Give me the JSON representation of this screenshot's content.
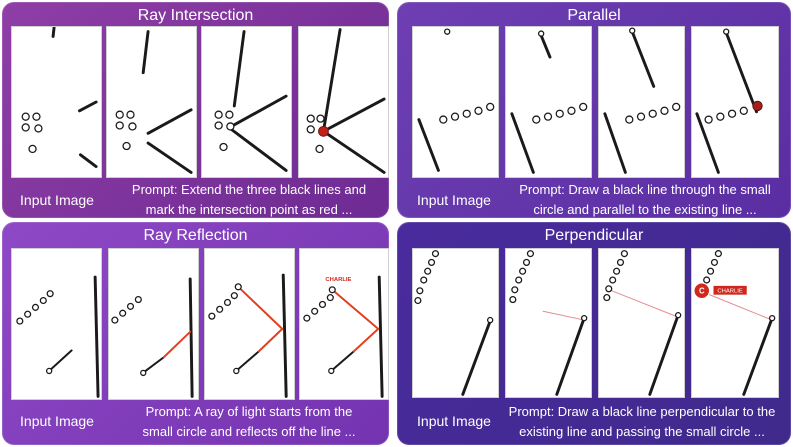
{
  "panels": {
    "ray_intersection": {
      "title": "Ray Intersection",
      "input_label": "Input Image",
      "prompt_line1": "Prompt: Extend the three black lines and",
      "prompt_line2": "mark the intersection point as red ..."
    },
    "parallel": {
      "title": "Parallel",
      "input_label": "Input Image",
      "prompt_line1": "Prompt: Draw a black line through the small",
      "prompt_line2": "circle and parallel to the existing line ..."
    },
    "ray_reflection": {
      "title": "Ray Reflection",
      "input_label": "Input Image",
      "prompt_line1": "Prompt: A ray of light starts from the",
      "prompt_line2": "small circle and reflects off the line ...",
      "frame4_label": "CHARLIE"
    },
    "perpendicular": {
      "title": "Perpendicular",
      "input_label": "Input Image",
      "prompt_line1": "Prompt: Draw a black line perpendicular to the",
      "prompt_line2": "existing line and passing the small circle ...",
      "frame4_label": "CHARLIE",
      "frame4_marker": "C"
    }
  },
  "colors": {
    "line": "#1a1a1a",
    "highlight_red": "#c0221a",
    "reflection_red": "#e0401f",
    "thin_red": "#e58a8a"
  }
}
